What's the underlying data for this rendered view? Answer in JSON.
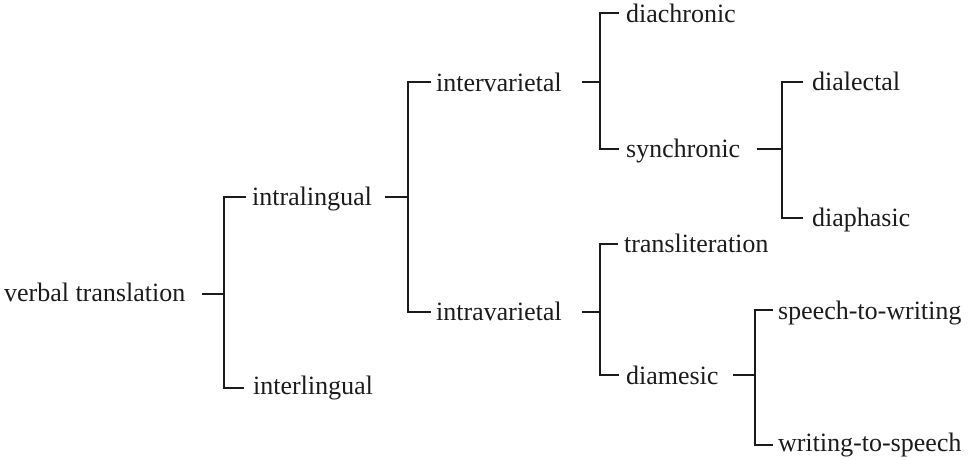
{
  "figure": {
    "background": "#ffffff",
    "ink": "#1b1b1b"
  },
  "tree": {
    "label": "verbal translation",
    "children": [
      {
        "label": "intralingual",
        "children": [
          {
            "label": "intervarietal",
            "children": [
              {
                "label": "diachronic",
                "children": []
              },
              {
                "label": "synchronic",
                "children": [
                  {
                    "label": "dialectal",
                    "children": []
                  },
                  {
                    "label": "diaphasic",
                    "children": []
                  }
                ]
              }
            ]
          },
          {
            "label": "intravarietal",
            "children": [
              {
                "label": "transliteration",
                "children": []
              },
              {
                "label": "diamesic",
                "children": [
                  {
                    "label": "speech-to-writing",
                    "children": []
                  },
                  {
                    "label": "writing-to-speech",
                    "children": []
                  }
                ]
              }
            ]
          }
        ]
      },
      {
        "label": "interlingual",
        "children": []
      }
    ]
  }
}
